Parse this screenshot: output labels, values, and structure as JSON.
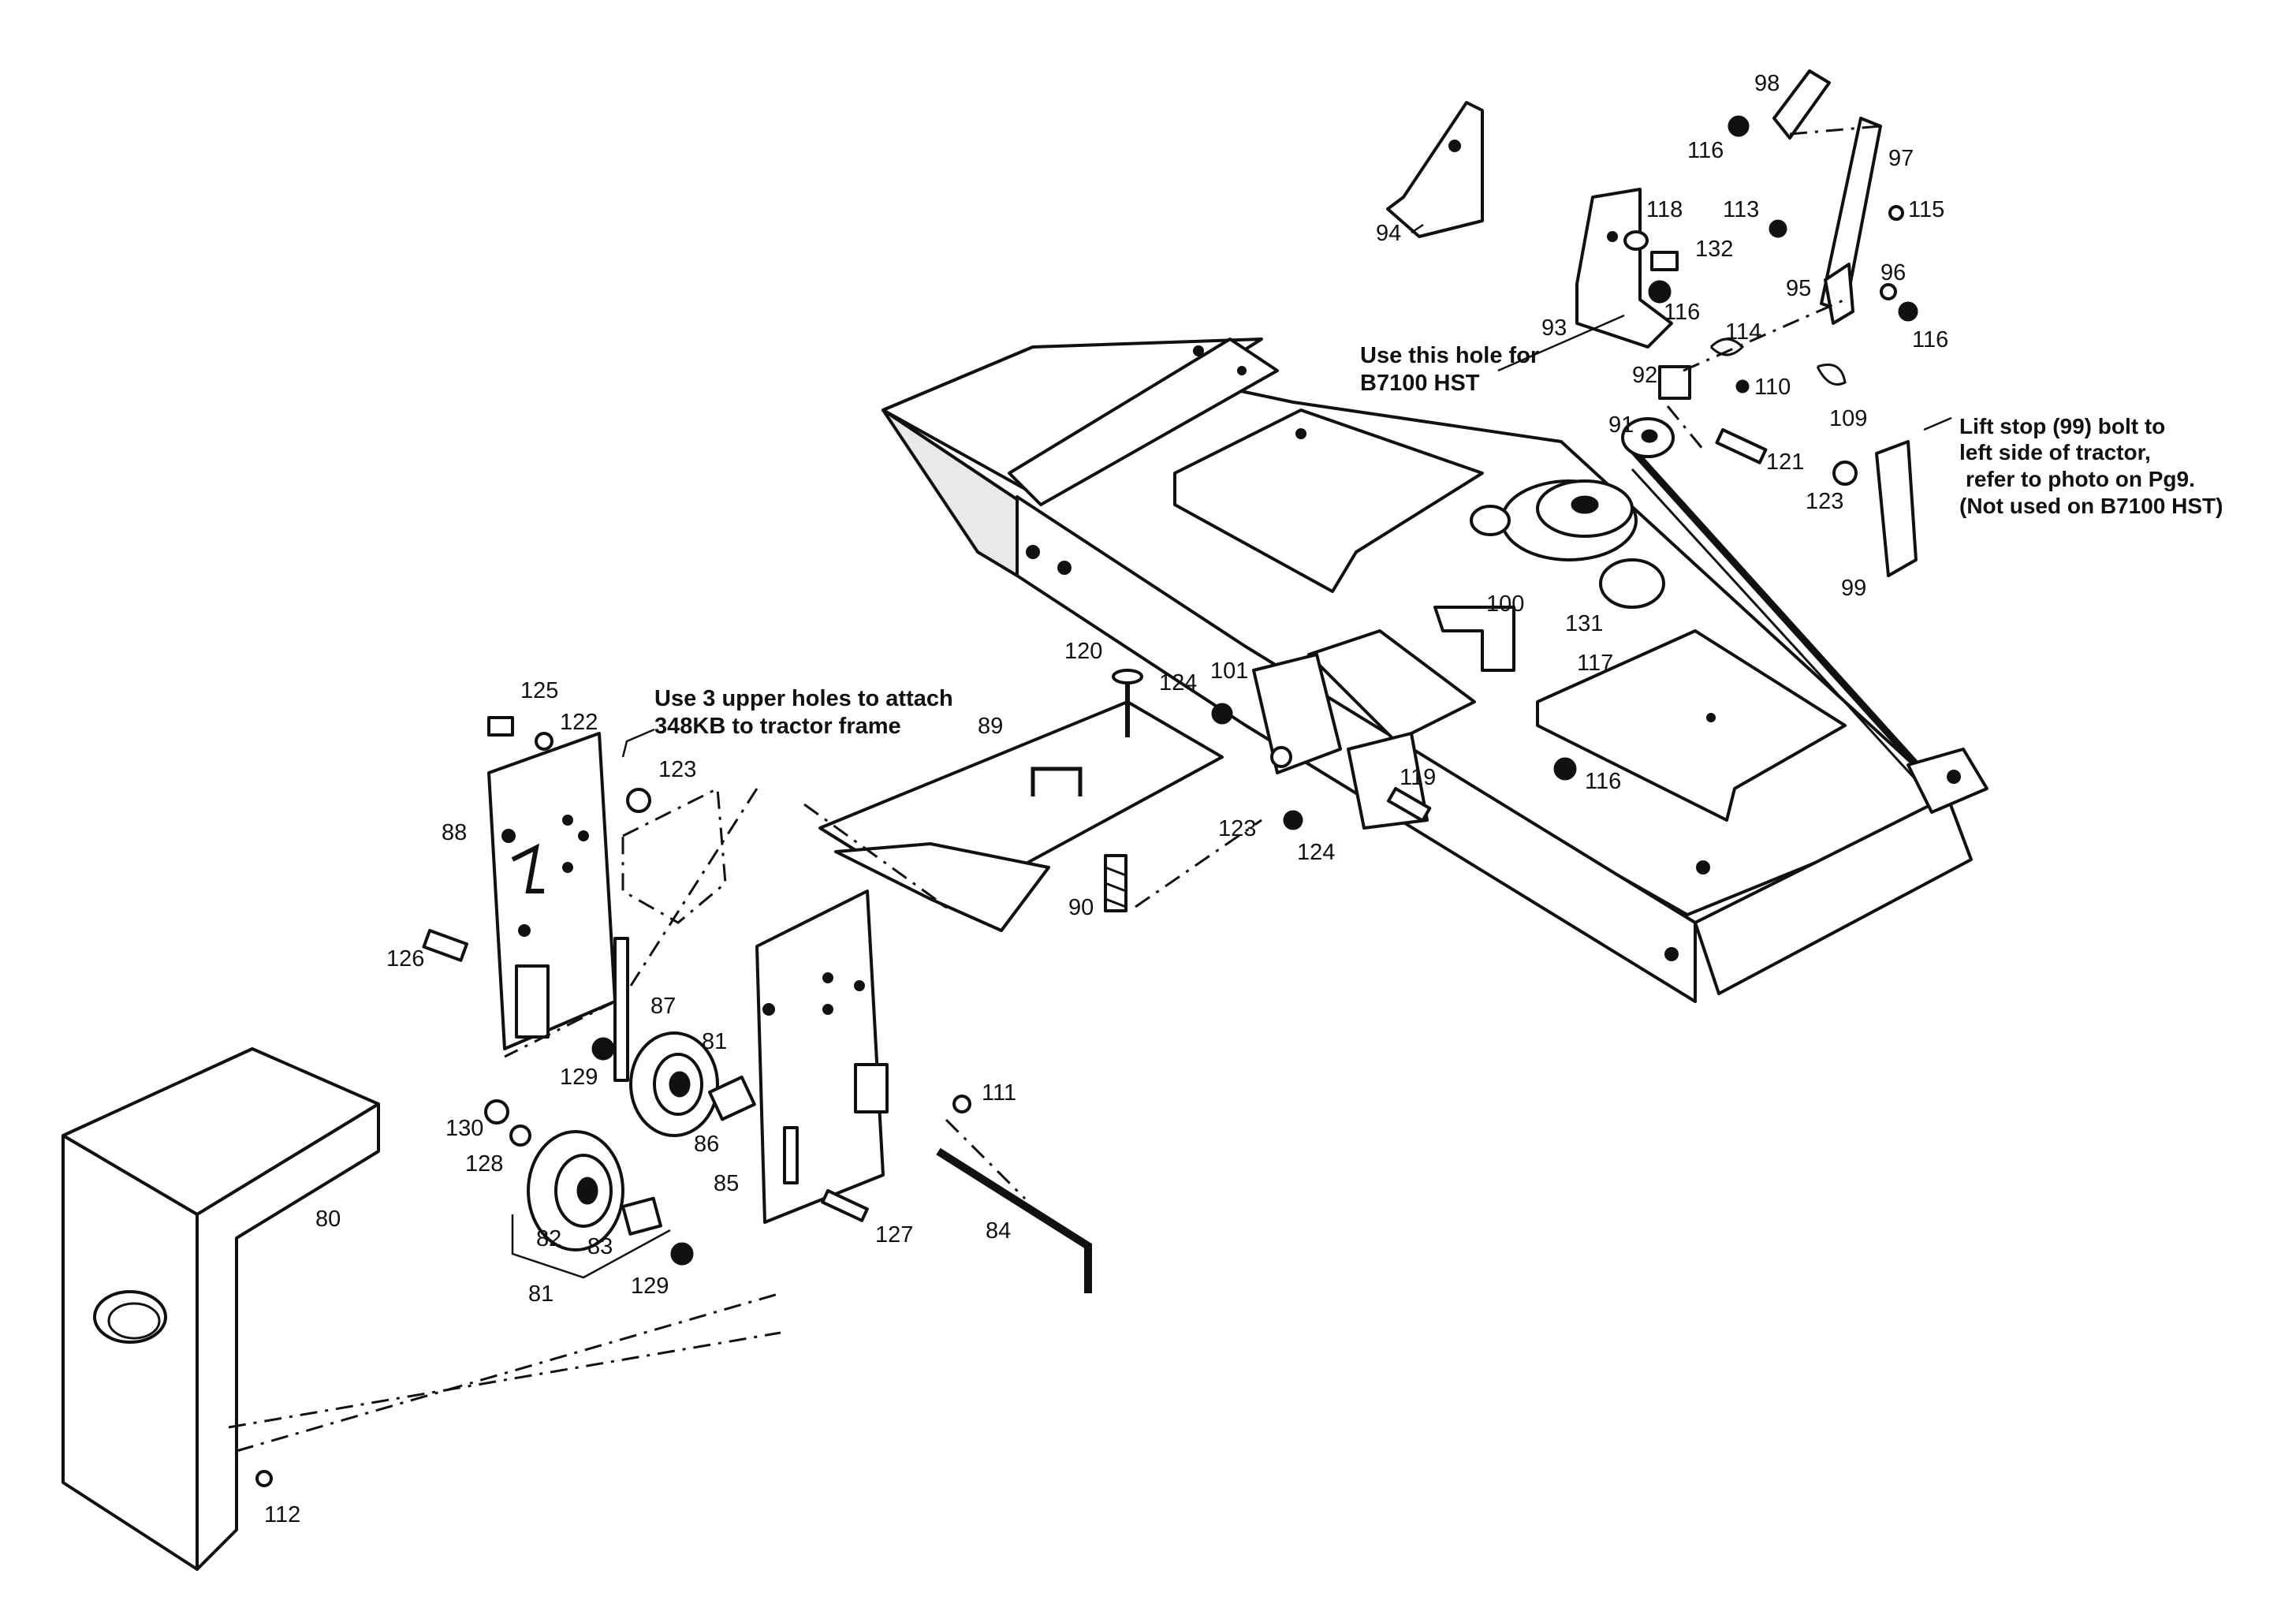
{
  "notes": {
    "hst_hole_line1": "Use this hole for",
    "hst_hole_line2": "B7100 HST",
    "lift_stop_line1": "Lift stop (99) bolt to",
    "lift_stop_line2": "left side of tractor,",
    "lift_stop_line3": "refer to photo on Pg9.",
    "lift_stop_line4": "(Not used on B7100 HST)",
    "upper_holes_line1": "Use 3 upper holes to attach",
    "upper_holes_line2": "348KB to tractor frame"
  },
  "callouts": [
    {
      "id": "c94",
      "label": "94"
    },
    {
      "id": "c98",
      "label": "98"
    },
    {
      "id": "c116a",
      "label": "116"
    },
    {
      "id": "c97",
      "label": "97"
    },
    {
      "id": "c113",
      "label": "113"
    },
    {
      "id": "c115",
      "label": "115"
    },
    {
      "id": "c118",
      "label": "118"
    },
    {
      "id": "c132",
      "label": "132"
    },
    {
      "id": "c95",
      "label": "95"
    },
    {
      "id": "c96",
      "label": "96"
    },
    {
      "id": "c116b",
      "label": "116"
    },
    {
      "id": "c93",
      "label": "93"
    },
    {
      "id": "c116c",
      "label": "116"
    },
    {
      "id": "c114",
      "label": "114"
    },
    {
      "id": "c92",
      "label": "92"
    },
    {
      "id": "c110",
      "label": "110"
    },
    {
      "id": "c109",
      "label": "109"
    },
    {
      "id": "c91",
      "label": "91"
    },
    {
      "id": "c121",
      "label": "121"
    },
    {
      "id": "c123a",
      "label": "123"
    },
    {
      "id": "c99",
      "label": "99"
    },
    {
      "id": "c100",
      "label": "100"
    },
    {
      "id": "c131",
      "label": "131"
    },
    {
      "id": "c117",
      "label": "117"
    },
    {
      "id": "c116d",
      "label": "116"
    },
    {
      "id": "c120",
      "label": "120"
    },
    {
      "id": "c124a",
      "label": "124"
    },
    {
      "id": "c101",
      "label": "101"
    },
    {
      "id": "c89",
      "label": "89"
    },
    {
      "id": "c119",
      "label": "119"
    },
    {
      "id": "c123b",
      "label": "123"
    },
    {
      "id": "c124b",
      "label": "124"
    },
    {
      "id": "c90",
      "label": "90"
    },
    {
      "id": "c125",
      "label": "125"
    },
    {
      "id": "c122",
      "label": "122"
    },
    {
      "id": "c123c",
      "label": "123"
    },
    {
      "id": "c88",
      "label": "88"
    },
    {
      "id": "c126",
      "label": "126"
    },
    {
      "id": "c87",
      "label": "87"
    },
    {
      "id": "c81a",
      "label": "81"
    },
    {
      "id": "c129a",
      "label": "129"
    },
    {
      "id": "c111",
      "label": "111"
    },
    {
      "id": "c130",
      "label": "130"
    },
    {
      "id": "c128",
      "label": "128"
    },
    {
      "id": "c86",
      "label": "86"
    },
    {
      "id": "c85",
      "label": "85"
    },
    {
      "id": "c80",
      "label": "80"
    },
    {
      "id": "c82",
      "label": "82"
    },
    {
      "id": "c83",
      "label": "83"
    },
    {
      "id": "c127",
      "label": "127"
    },
    {
      "id": "c84",
      "label": "84"
    },
    {
      "id": "c81b",
      "label": "81"
    },
    {
      "id": "c129b",
      "label": "129"
    },
    {
      "id": "c112",
      "label": "112"
    }
  ]
}
